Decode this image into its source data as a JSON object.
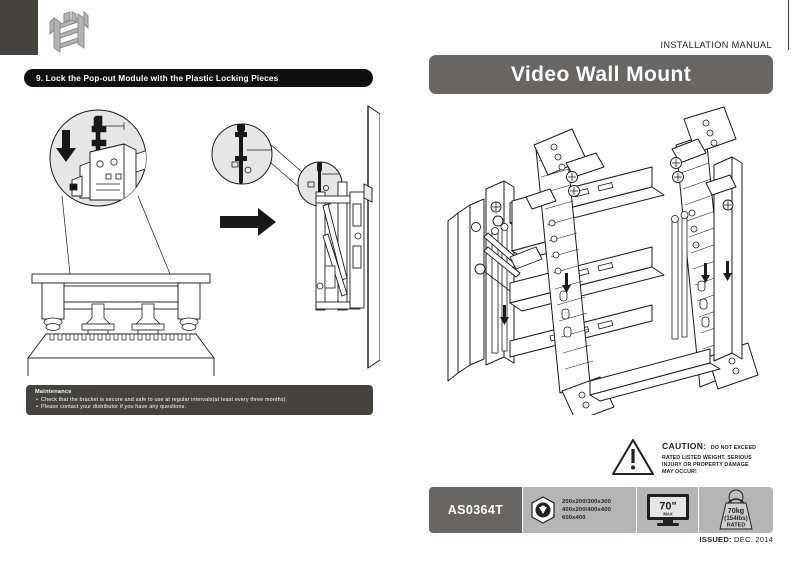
{
  "document": {
    "kicker": "INSTALLATION MANUAL",
    "title": "Video Wall Mount",
    "issued_label": "ISSUED:",
    "issued_date": "DEC. 2014"
  },
  "step": {
    "number": "9.",
    "banner_text": "9. Lock the Pop-out Module with the Plastic Locking Pieces"
  },
  "maintenance": {
    "title": "Maintenance",
    "bullet": "•",
    "items": [
      "Check that the bracket is secure and safe to use at regular intervals(at least every three months).",
      "Please contact your distributor if you have any questions."
    ]
  },
  "caution": {
    "head_part1": "CAUT",
    "head_part2": "ION:",
    "lead": "DO NOT EXCEED",
    "body_line1": "RATED LISTED WEIGHT. SERIOUS",
    "body_line2": "INJURY OR PROPERTY DAMAGE",
    "body_line3": "MAY OCCUR!"
  },
  "spec_bar": {
    "model": "AS0364T",
    "vesa": {
      "line1": "200x200/300x300",
      "line2": "400x200/400x400",
      "line3": "600x400"
    },
    "screen_size": {
      "value": "70\"",
      "qualifier": "MAX"
    },
    "weight": {
      "kg": "70kg",
      "lbs": "(154lbs)",
      "rating": "RATED"
    }
  },
  "colors": {
    "dark": "#46433f",
    "banner_black": "#100f0d",
    "title_gray": "#686562",
    "spec_gray": "#b7b5b3",
    "ink": "#231f20"
  }
}
